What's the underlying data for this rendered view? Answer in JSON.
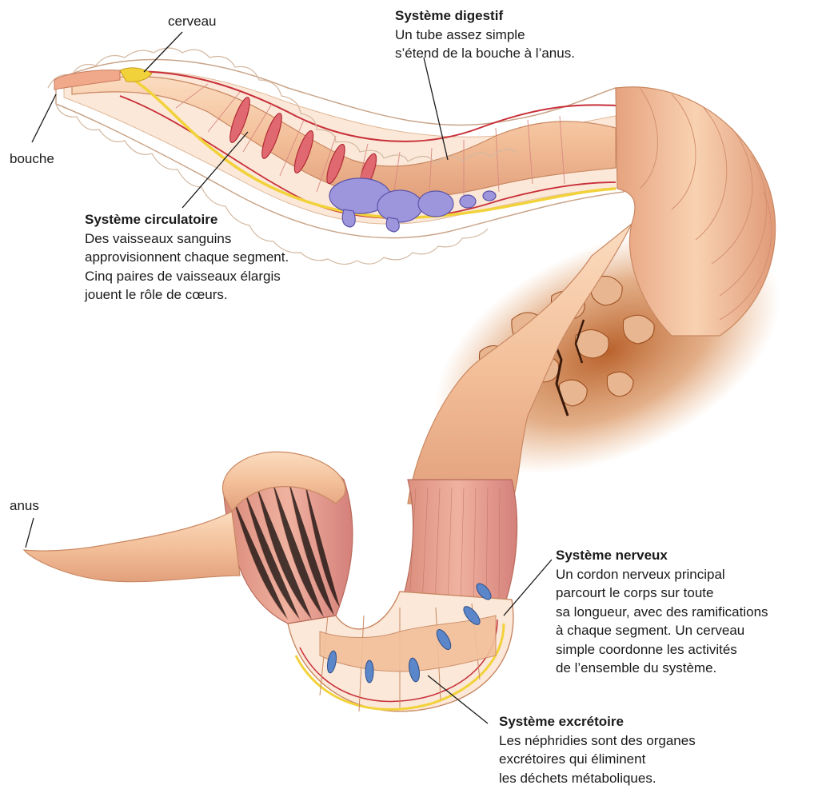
{
  "labels": {
    "cerveau": "cerveau",
    "bouche": "bouche",
    "anus": "anus"
  },
  "digestif": {
    "title": "Système digestif",
    "lines": [
      "Un tube assez simple",
      "s’étend de la bouche à l’anus."
    ]
  },
  "circulatoire": {
    "title": "Système circulatoire",
    "lines": [
      "Des vaisseaux sanguins",
      "approvisionnent chaque segment.",
      "Cinq paires de vaisseaux élargis",
      "jouent le rôle de cœurs."
    ]
  },
  "nerveux": {
    "title": "Système nerveux",
    "lines": [
      "Un cordon nerveux principal",
      "parcourt le corps sur toute",
      "sa longueur, avec des ramifications",
      "à chaque segment. Un cerveau",
      "simple coordonne les activités",
      "de l’ensemble du système."
    ]
  },
  "excretoire": {
    "title": "Système excrétoire",
    "lines": [
      "Les néphridies sont des organes",
      "excrétoires qui éliminent",
      "les déchets métaboliques."
    ]
  },
  "colors": {
    "skin": "#f3c09a",
    "skin_dark": "#e39a78",
    "vessel": "#c8303a",
    "nerve": "#f2d23a",
    "heart": "#8e86d0",
    "nephridia": "#5b86c9",
    "soil": "#c9702e"
  }
}
